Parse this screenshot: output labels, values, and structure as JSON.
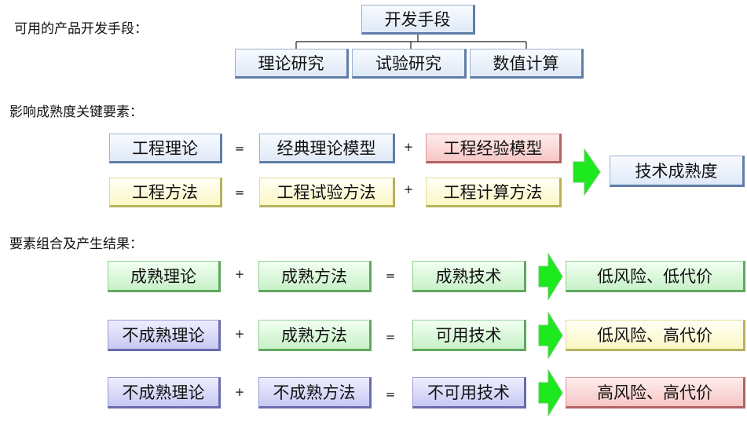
{
  "section_labels": {
    "methods": "可用的产品开发手段：",
    "factors": "影响成熟度关键要素：",
    "combinations": "要素组合及产生结果："
  },
  "tree": {
    "root": "开发手段",
    "children": [
      "理论研究",
      "试验研究",
      "数值计算"
    ]
  },
  "factors": {
    "rows": [
      {
        "left": "工程理论",
        "eq": "=",
        "a": "经典理论模型",
        "plus": "+",
        "b": "工程经验模型"
      },
      {
        "left": "工程方法",
        "eq": "=",
        "a": "工程试验方法",
        "plus": "+",
        "b": "工程计算方法"
      }
    ],
    "result": "技术成熟度"
  },
  "combinations": [
    {
      "theory": "成熟理论",
      "plus": "+",
      "method": "成熟方法",
      "eq": "=",
      "tech": "成熟技术",
      "outcome": "低风险、低代价"
    },
    {
      "theory": "不成熟理论",
      "plus": "+",
      "method": "成熟方法",
      "eq": "=",
      "tech": "可用技术",
      "outcome": "低风险、高代价"
    },
    {
      "theory": "不成熟理论",
      "plus": "+",
      "method": "不成熟方法",
      "eq": "=",
      "tech": "不可用技术",
      "outcome": "高风险、高代价"
    }
  ],
  "colors": {
    "blue": "#dfe9f7",
    "yellow": "#fbf7c4",
    "red": "#f7c6c6",
    "green": "#c7f1c7",
    "purple": "#c8c8f3",
    "arrow": "#1ee81e"
  }
}
